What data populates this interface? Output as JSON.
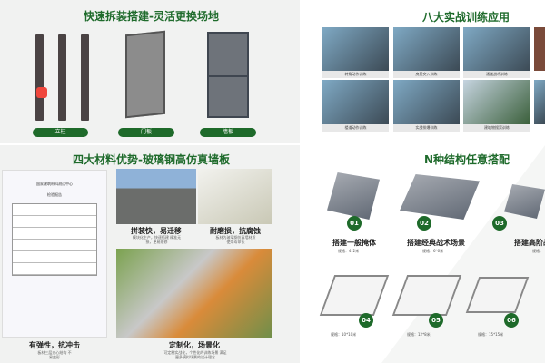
{
  "quick_build": {
    "title": "快速拆装搭建-灵活更换场地",
    "items": [
      {
        "label": "立柱"
      },
      {
        "label": "门板"
      },
      {
        "label": "墙板"
      }
    ]
  },
  "training": {
    "title": "八大实战训练应用",
    "photos": [
      {
        "caption": "转角动作训练"
      },
      {
        "caption": "房屋突入训练"
      },
      {
        "caption": "通道战术训练"
      },
      {
        "caption": "楼道动作训练"
      },
      {
        "caption": "实战排爆训练"
      },
      {
        "caption": "建筑物搜索训练"
      }
    ]
  },
  "materials": {
    "title": "四大材料优势-玻璃钢高仿真墙板",
    "certificate": {
      "org": "国家建筑材料测试中心",
      "doc": "检验报告"
    },
    "advantages": [
      {
        "heading": "拼装快，易迁移",
        "desc": "模块化生产，快速搭建 精准无损，更易维修"
      },
      {
        "heading": "耐磨损，抗腐蚀",
        "desc": "板材为玻璃钢仿真墙材质 使用寿命长"
      },
      {
        "heading": "有弹性，抗冲击",
        "desc": "板材三层夹心结构 不易变形"
      },
      {
        "heading": "定制化，场景化",
        "desc": "可定制实战化，个性化的训练场景 满足更多模拟场景的设计理念"
      }
    ]
  },
  "structures": {
    "title": "N种结构任意搭配",
    "items": [
      {
        "num": "01",
        "label": "搭建一般掩体",
        "spec": "规格：4*2米"
      },
      {
        "num": "02",
        "label": "搭建经典战术场景",
        "spec": "规格：6*6米"
      },
      {
        "num": "03",
        "label": "搭建高阶战",
        "spec": "规格："
      },
      {
        "num": "04",
        "spec": "规格：10*10米"
      },
      {
        "num": "05",
        "spec": "规格：12*8米"
      },
      {
        "num": "06",
        "spec": "规格：15*15米"
      }
    ]
  },
  "colors": {
    "brand_green": "#1e6a2a",
    "title_green": "#1f6b2c"
  }
}
